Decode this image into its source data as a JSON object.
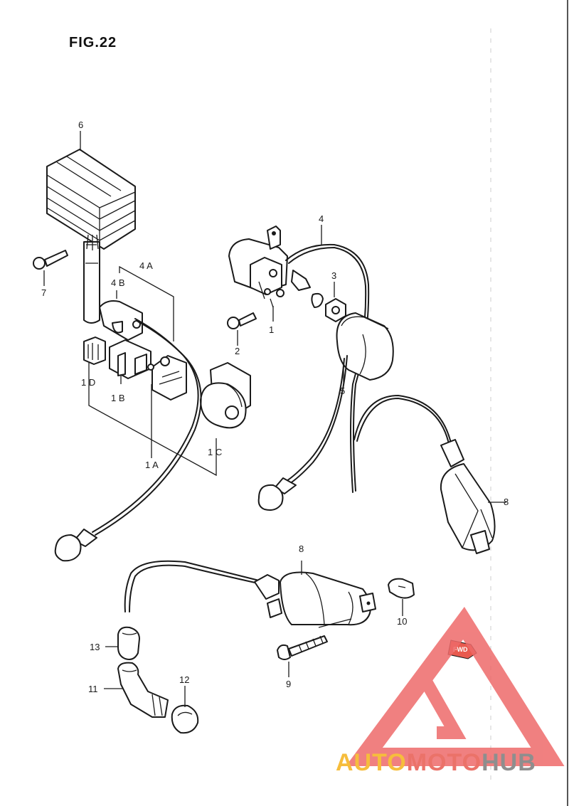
{
  "figure": {
    "title": "FIG.22"
  },
  "labels": {
    "p1": "1",
    "p1a": "1 A",
    "p1b": "1 B",
    "p1c": "1 C",
    "p1d": "1 D",
    "p2": "2",
    "p3": "3",
    "p4": "4",
    "p4a": "4 A",
    "p4b": "4 B",
    "p5": "5",
    "p6": "6",
    "p7": "7",
    "p8a": "8",
    "p8b": "8",
    "p9": "9",
    "p10": "10",
    "p11": "11",
    "p12": "12",
    "p13": "13"
  },
  "badge": {
    "fwd": "FWD"
  },
  "watermark": {
    "part1": "AUTO",
    "part2": "MOTO",
    "part3": "HUB",
    "colors": {
      "auto": "#f5b21b",
      "moto": "#e85a4f",
      "hub": "#7b7b7b",
      "triangle": "#ee6a6a"
    }
  }
}
